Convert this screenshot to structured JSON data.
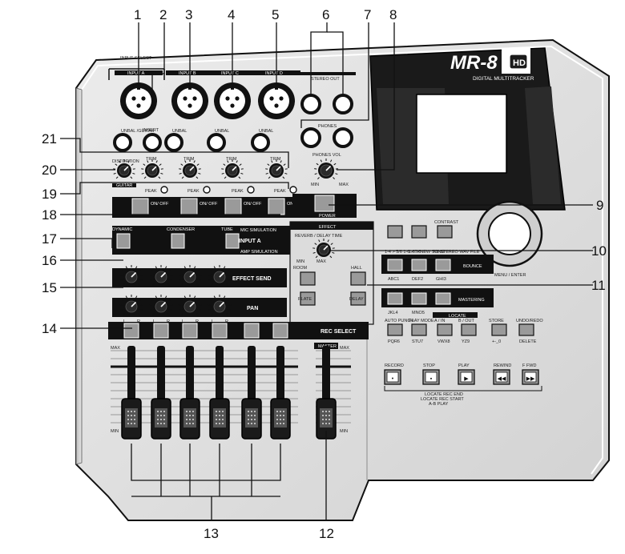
{
  "brand": {
    "model": "MR-8",
    "model_suffix": "HD",
    "tagline": "DIGITAL MULTITRACKER"
  },
  "panel": {
    "input_select": "INPUT SELECT",
    "inputs": [
      {
        "label": "INPUT A",
        "jack": "UNBAL /GUITAR"
      },
      {
        "label": "INPUT B",
        "jack": "UNBAL"
      },
      {
        "label": "INPUT C",
        "jack": "UNBAL"
      },
      {
        "label": "INPUT D",
        "jack": "UNBAL"
      }
    ],
    "insert": "INSERT",
    "stereo_out": "STEREO OUT",
    "phones": "PHONES",
    "phones_vol": "PHONES VOL",
    "min": "MIN",
    "max": "MAX",
    "distortion": "DISTORTION",
    "trim": "TRIM",
    "guitar": "GUITAR",
    "peak": "PEAK",
    "on_off": "ON/ OFF",
    "power": "POWER",
    "contrast": "CONTRAST",
    "menu_enter": "MENU / ENTER",
    "mic_sim": {
      "buttons": [
        "DYNAMIC",
        "CONDENSER",
        "TUBE"
      ],
      "title": "MIC SIMULATION",
      "input": "INPUT A",
      "amp": "AMP SIMULATION"
    },
    "effect": {
      "title": "EFFECT",
      "time": "REVERB / DELAY TIME",
      "room": "ROOM",
      "hall": "HALL",
      "plate": "PLATE",
      "delay": "DELAY"
    },
    "effect_send": "EFFECT SEND",
    "pan": "PAN",
    "pan_l": "L",
    "pan_r": "R",
    "rec_select": "REC SELECT",
    "master": "MASTER",
    "bounce": "BOUNCE",
    "mastering": "MASTERING",
    "locate": "LOCATE",
    "keys_row1": [
      "1-4 > 5/6 1-6 > 7/8",
      "1-8 > NEW SONG",
      "7/8 STEREO WAV FILE"
    ],
    "keys_row1_sub": [
      "ABC1",
      "DEF2",
      "GHI3"
    ],
    "keys_row2_sub": [
      "JKL4",
      "MNO5"
    ],
    "keys_row3": [
      "AUTO PUNCH",
      "PLAY MODE",
      "A / IN",
      "B / OUT",
      "STORE",
      "UNDO/REDO"
    ],
    "keys_row3_sub": [
      "PQR6",
      "STU7",
      "VWX8",
      "YZ9",
      "+-_0",
      "DELETE"
    ],
    "transport": [
      "RECORD",
      "STOP",
      "PLAY",
      "REWIND",
      "F FWD"
    ],
    "locate_notes": [
      "LOCATE REC END",
      "LOCATE REC START",
      "A-B PLAY"
    ]
  },
  "callouts": [
    "1",
    "2",
    "3",
    "4",
    "5",
    "6",
    "7",
    "8",
    "9",
    "10",
    "11",
    "12",
    "13",
    "14",
    "15",
    "16",
    "17",
    "18",
    "19",
    "20",
    "21"
  ]
}
